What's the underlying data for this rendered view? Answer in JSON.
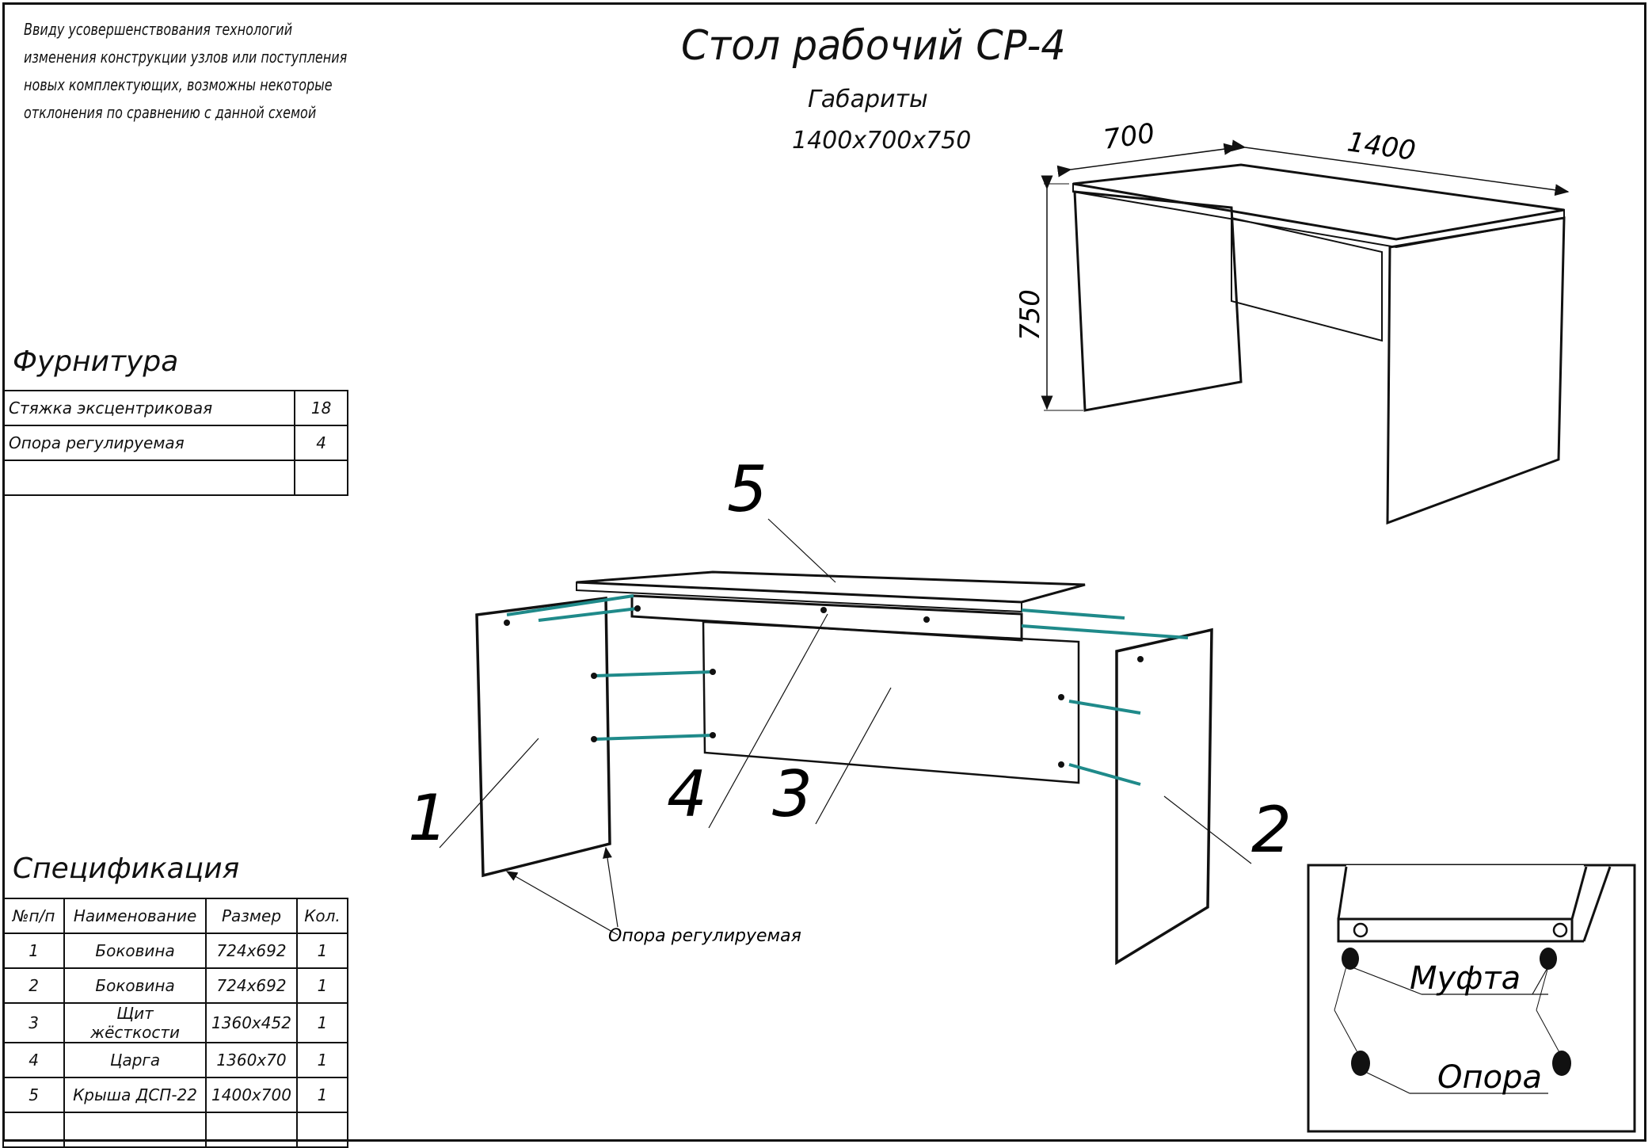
{
  "note": {
    "lines": [
      "Ввиду усовершенствования технологий",
      "изменения конструкции узлов или поступления",
      "новых комплектующих, возможны некоторые",
      "отклонения по сравнению с данной схемой"
    ]
  },
  "header": {
    "title": "Стол рабочий СР-4",
    "subtitle": "Габариты",
    "dimensions": "1400х700х750"
  },
  "fittings": {
    "title": "Фурнитура",
    "rows": [
      {
        "name": "Стяжка эксцентриковая",
        "qty": "18"
      },
      {
        "name": "Опора регулируемая",
        "qty": "4"
      },
      {
        "name": "",
        "qty": ""
      }
    ]
  },
  "spec": {
    "title": "Спецификация",
    "headers": {
      "num": "№п/п",
      "name": "Наименование",
      "size": "Размер",
      "qty": "Кол."
    },
    "rows": [
      {
        "num": "1",
        "name": "Боковина",
        "size": "724х692",
        "qty": "1"
      },
      {
        "num": "2",
        "name": "Боковина",
        "size": "724х692",
        "qty": "1"
      },
      {
        "num": "3",
        "name": "Щит жёсткости",
        "size": "1360х452",
        "qty": "1"
      },
      {
        "num": "4",
        "name": "Царга",
        "size": "1360х70",
        "qty": "1"
      },
      {
        "num": "5",
        "name": "Крыша ДСП-22",
        "size": "1400х700",
        "qty": "1"
      },
      {
        "num": "",
        "name": "",
        "size": "",
        "qty": ""
      }
    ]
  },
  "iso_view": {
    "dim_depth": "700",
    "dim_width": "1400",
    "dim_height": "750"
  },
  "exploded": {
    "labels": [
      "1",
      "2",
      "3",
      "4",
      "5"
    ],
    "support_label": "Опора регулируемая",
    "connector_color": "#1f8a8a"
  },
  "detail": {
    "coupling_label": "Муфта",
    "support_label": "Опора"
  }
}
